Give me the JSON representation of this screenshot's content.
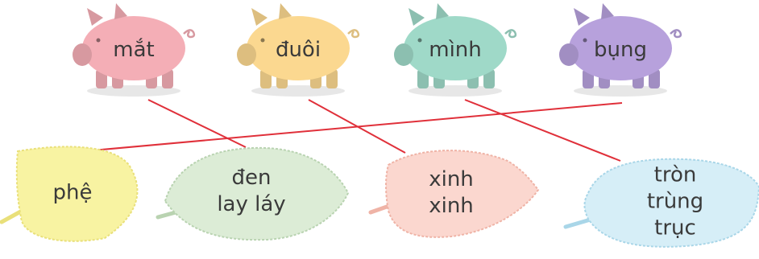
{
  "pigs": [
    {
      "id": "mat",
      "label": "mắt",
      "color": "#f4aeb6"
    },
    {
      "id": "duoi",
      "label": "đuôi",
      "color": "#fbd890"
    },
    {
      "id": "minh",
      "label": "mình",
      "color": "#9fd9c8"
    },
    {
      "id": "bung",
      "label": "bụng",
      "color": "#b7a1dc"
    }
  ],
  "leaves": [
    {
      "id": "phe",
      "lines": [
        "phệ"
      ],
      "color": "#f8f3a2",
      "edge": "#e9e07a"
    },
    {
      "id": "den",
      "lines": [
        "đen",
        "lay láy"
      ],
      "color": "#dcecd6",
      "edge": "#b9d3b1"
    },
    {
      "id": "xinh",
      "lines": [
        "xinh",
        "xinh"
      ],
      "color": "#fbd7cf",
      "edge": "#efb3a6"
    },
    {
      "id": "tron",
      "lines": [
        "tròn",
        "trùng trục"
      ],
      "color": "#d6eef7",
      "edge": "#a9d6e8"
    }
  ],
  "connections": [
    {
      "from": "mat",
      "to": "den"
    },
    {
      "from": "duoi",
      "to": "xinh"
    },
    {
      "from": "minh",
      "to": "tron"
    },
    {
      "from": "bung",
      "to": "phe"
    }
  ],
  "line_color": "#e0303a"
}
